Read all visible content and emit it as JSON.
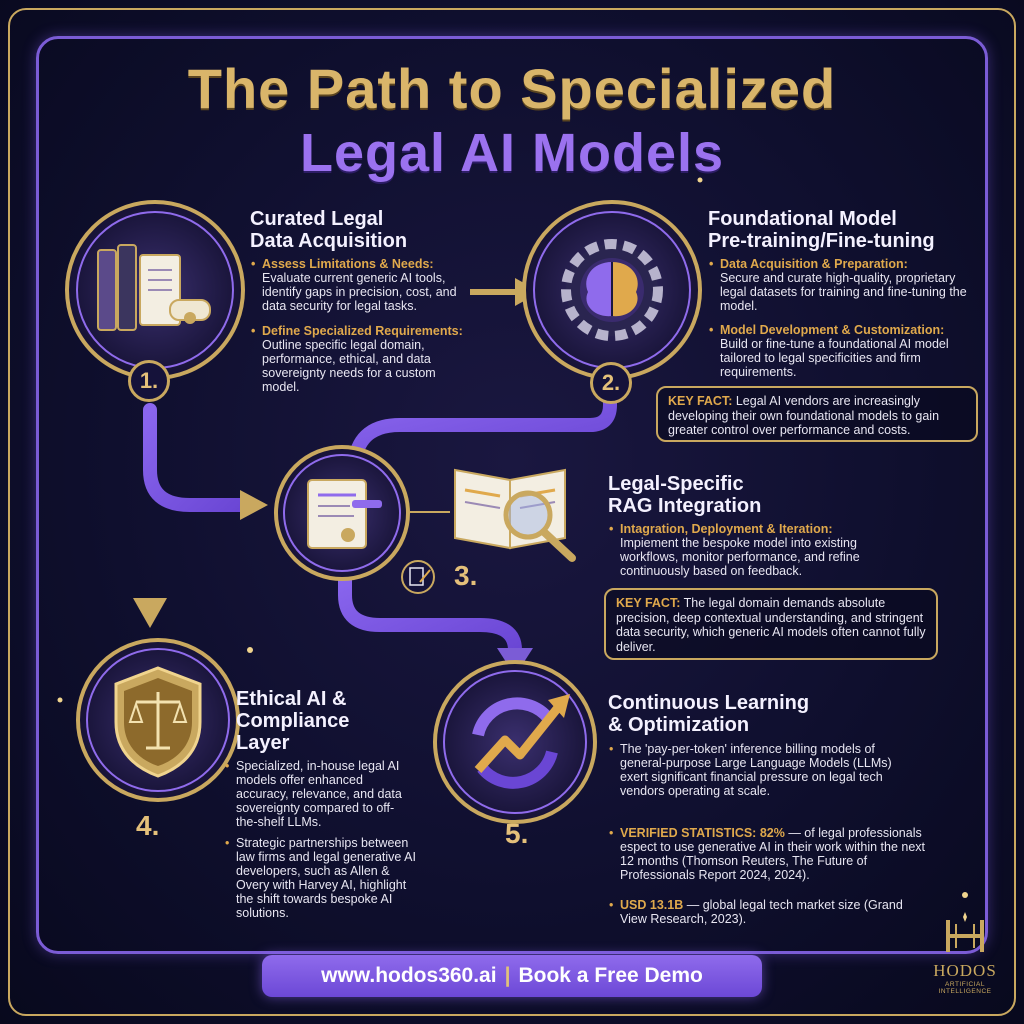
{
  "title": {
    "line1": "The Path to Specialized",
    "line2": "Legal AI Models"
  },
  "colors": {
    "gold": "#c9a85f",
    "purple": "#7b5cd6",
    "accent_orange": "#e0a94c",
    "background": "#0f0f2e"
  },
  "steps": [
    {
      "number": "1.",
      "heading": [
        "Curated Legal",
        "Data Acquisition"
      ],
      "icon": "books-scroll-icon",
      "items": [
        {
          "label": "Assess Limitations & Needs:",
          "text": "Evaluate current generic AI tools, identify gaps in precision, cost, and data security for legal tasks."
        },
        {
          "label": "Define Specialized Requirements:",
          "text": "Outline specific legal domain, performance, ethical, and data sovereignty needs for a custom model."
        }
      ]
    },
    {
      "number": "2.",
      "heading": [
        "Foundational Model",
        "Pre-training/Fine-tuning"
      ],
      "icon": "gear-brain-icon",
      "items": [
        {
          "label": "Data Acquisition & Preparation:",
          "text": "Secure and curate high-quality, proprietary legal datasets for training and fine-tuning the model."
        },
        {
          "label": "Model Development & Customization:",
          "text": "Build or fine-tune a foundational AI model tailored to legal specificities and firm requirements."
        }
      ],
      "key_fact": {
        "label": "KEY FACT:",
        "text": "Legal AI vendors are increasingly developing their own foundational models to gain greater control over performance and costs."
      }
    },
    {
      "number": "3.",
      "heading": [
        "Legal-Specific",
        "RAG Integration"
      ],
      "icon": "document-magnifier-icon",
      "items": [
        {
          "label": "Intagration, Deployment & Iteration:",
          "text": "Impiement the bespoke model into existing workflows, monitor performance, and refine continuously based on feedback."
        }
      ],
      "key_fact": {
        "label": "KEY FACT:",
        "text": "The legal domain demands absolute precision, deep contextual understanding, and stringent data security, which generic AI models often cannot fully deliver."
      }
    },
    {
      "number": "4.",
      "heading": [
        "Ethical AI &",
        "Compliance",
        "Layer"
      ],
      "icon": "shield-scales-icon",
      "items": [
        {
          "text": "Specialized, in-house legal AI models offer enhanced accuracy, relevance, and data sovereignty compared to off-the-shelf LLMs."
        },
        {
          "text": "Strategic partnerships between law firms and legal generative AI developers, such as Allen & Overy with Harvey AI, highlight the shift towards bespoke AI solutions."
        }
      ]
    },
    {
      "number": "5.",
      "heading": [
        "Continuous Learning",
        "& Optimization"
      ],
      "icon": "cycle-growth-arrow-icon",
      "items": [
        {
          "text": "The 'pay-per-token' inference billing models of general-purpose Large Language Models (LLMs) exert significant financial pressure on legal tech vendors operating at scale."
        },
        {
          "label": "VERIFIED STATISTICS: 82%",
          "text": "— of legal professionals espect to use generative AI in their work within the next 12 months (Thomson Reuters, The Future of Professionals Report 2024, 2024)."
        },
        {
          "label": "USD 13.1B",
          "text": "— global legal tech market size (Grand View Research, 2023)."
        }
      ]
    }
  ],
  "footer": {
    "url": "www.hodos360.ai",
    "separator": "|",
    "cta": "Book a Free Demo"
  },
  "logo": {
    "monogram": "H",
    "word": "HODOS",
    "tagline": "ARTIFICIAL INTELLIGENCE"
  }
}
